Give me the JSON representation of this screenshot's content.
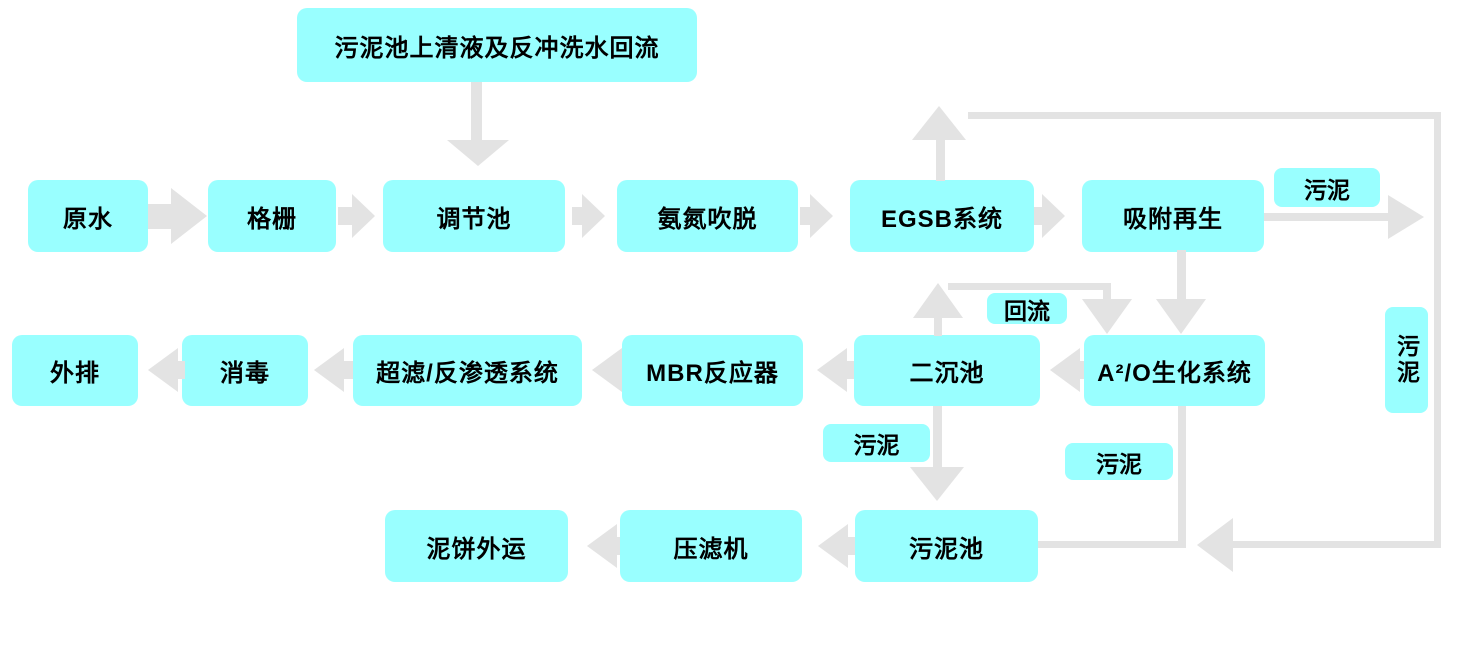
{
  "diagram_type": "wastewater-treatment-process-flow",
  "colors": {
    "node_fill": "#99ffff",
    "connector": "#e3e3e3",
    "text": "#000000",
    "background": "#ffffff"
  },
  "nodes": [
    {
      "id": "supernatant-return",
      "label": "污泥池上清液及反冲洗水回流"
    },
    {
      "id": "raw-water",
      "label": "原水"
    },
    {
      "id": "bar-screen",
      "label": "格栅"
    },
    {
      "id": "equalization-tank",
      "label": "调节池"
    },
    {
      "id": "ammonia-stripping",
      "label": "氨氮吹脱"
    },
    {
      "id": "egsb-system",
      "label": "EGSB系统"
    },
    {
      "id": "adsorption-regeneration",
      "label": "吸附再生"
    },
    {
      "id": "a2o-system",
      "label": "A²/O生化系统"
    },
    {
      "id": "secondary-clarifier",
      "label": "二沉池"
    },
    {
      "id": "mbr-reactor",
      "label": "MBR反应器"
    },
    {
      "id": "uf-ro-system",
      "label": "超滤/反渗透系统"
    },
    {
      "id": "disinfection",
      "label": "消毒"
    },
    {
      "id": "discharge",
      "label": "外排"
    },
    {
      "id": "sludge-tank",
      "label": "污泥池"
    },
    {
      "id": "filter-press",
      "label": "压滤机"
    },
    {
      "id": "cake-disposal",
      "label": "泥饼外运"
    }
  ],
  "flow_labels": [
    {
      "id": "sludge-adsorption-out",
      "text": "污泥"
    },
    {
      "id": "sludge-right-edge",
      "text": "污泥"
    },
    {
      "id": "reflux",
      "text": "回流"
    },
    {
      "id": "sludge-secondary-clarifier",
      "text": "污泥"
    },
    {
      "id": "sludge-a2o",
      "text": "污泥"
    }
  ],
  "edges": [
    {
      "from": "raw-water",
      "to": "bar-screen",
      "label": ""
    },
    {
      "from": "bar-screen",
      "to": "equalization-tank",
      "label": ""
    },
    {
      "from": "supernatant-return",
      "to": "equalization-tank",
      "label": ""
    },
    {
      "from": "equalization-tank",
      "to": "ammonia-stripping",
      "label": ""
    },
    {
      "from": "ammonia-stripping",
      "to": "egsb-system",
      "label": ""
    },
    {
      "from": "egsb-system",
      "to": "adsorption-regeneration",
      "label": ""
    },
    {
      "from": "egsb-system",
      "to": "sludge-tank",
      "label": "污泥"
    },
    {
      "from": "adsorption-regeneration",
      "to": "a2o-system",
      "label": ""
    },
    {
      "from": "adsorption-regeneration",
      "to": "sludge-tank",
      "label": "污泥"
    },
    {
      "from": "a2o-system",
      "to": "secondary-clarifier",
      "label": ""
    },
    {
      "from": "secondary-clarifier",
      "to": "a2o-system",
      "label": "回流"
    },
    {
      "from": "secondary-clarifier",
      "to": "mbr-reactor",
      "label": ""
    },
    {
      "from": "secondary-clarifier",
      "to": "sludge-tank",
      "label": "污泥"
    },
    {
      "from": "a2o-system",
      "to": "sludge-tank",
      "label": "污泥"
    },
    {
      "from": "mbr-reactor",
      "to": "uf-ro-system",
      "label": ""
    },
    {
      "from": "uf-ro-system",
      "to": "disinfection",
      "label": ""
    },
    {
      "from": "disinfection",
      "to": "discharge",
      "label": ""
    },
    {
      "from": "sludge-tank",
      "to": "filter-press",
      "label": ""
    },
    {
      "from": "filter-press",
      "to": "cake-disposal",
      "label": ""
    }
  ]
}
